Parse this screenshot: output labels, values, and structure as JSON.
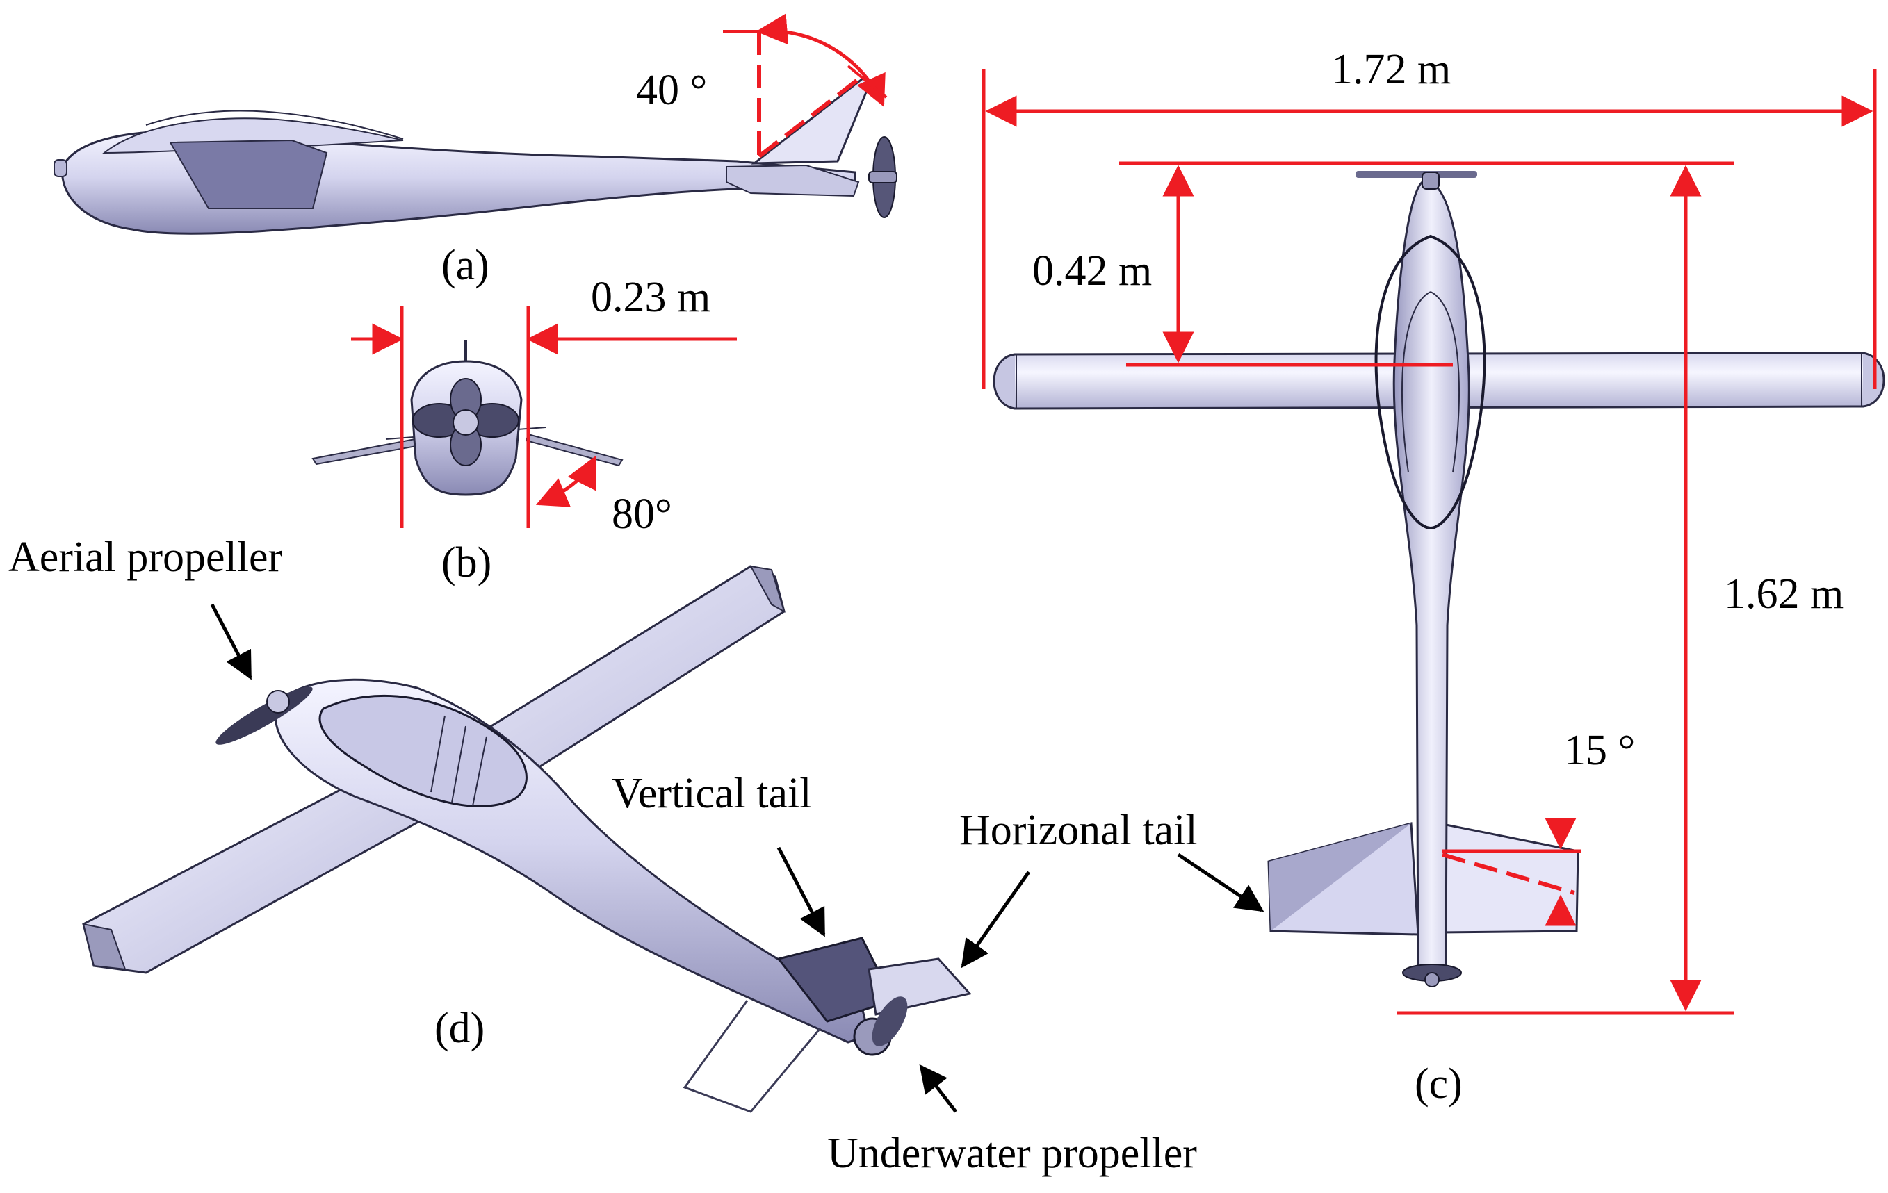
{
  "figure": {
    "panel_a_label": "(a)",
    "panel_b_label": "(b)",
    "panel_c_label": "(c)",
    "panel_d_label": "(d)",
    "dim_sweep_angle": "40 °",
    "dim_width_0_23": "0.23 m",
    "dim_angle_80": "80°",
    "dim_span_1_72": "1.72 m",
    "dim_0_42": "0.42 m",
    "dim_length_1_62": "1.62 m",
    "dim_angle_15": "15 °",
    "label_aerial_propeller": "Aerial propeller",
    "label_vertical_tail": "Vertical tail",
    "label_horizonal_tail": "Horizonal tail",
    "label_underwater_propeller": "Underwater propeller"
  },
  "colors": {
    "dimension": "#ee1c23",
    "body_light": "#e8e8f8",
    "body_mid": "#c4c4e2",
    "body_dark": "#7e7eaa",
    "outline": "#1a1a2e"
  }
}
